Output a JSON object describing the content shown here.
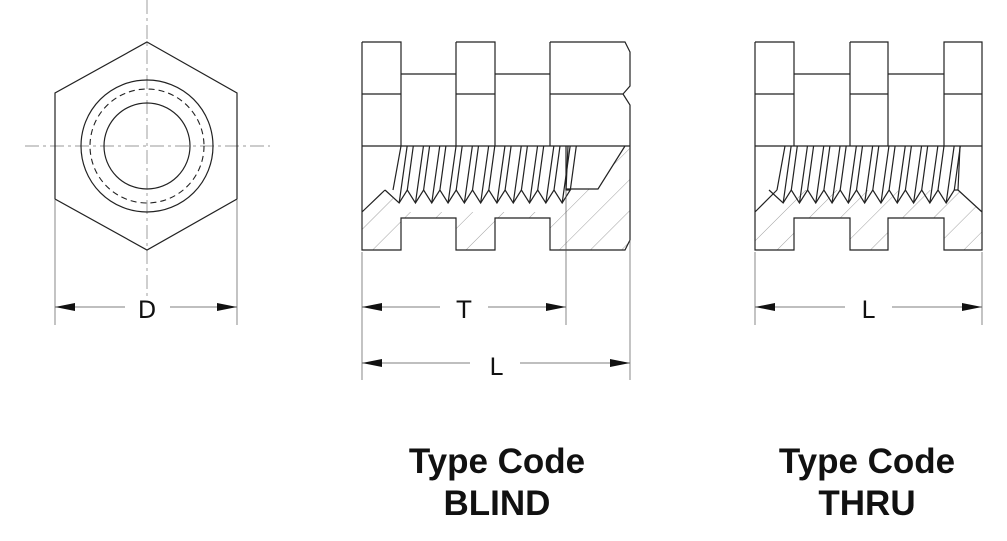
{
  "hex_view": {
    "dimension_label": "D"
  },
  "blind": {
    "dimension_t": "T",
    "dimension_l": "L",
    "caption_line1": "Type Code",
    "caption_line2": "BLIND"
  },
  "thru": {
    "dimension_l": "L",
    "caption_line1": "Type Code",
    "caption_line2": "THRU"
  }
}
